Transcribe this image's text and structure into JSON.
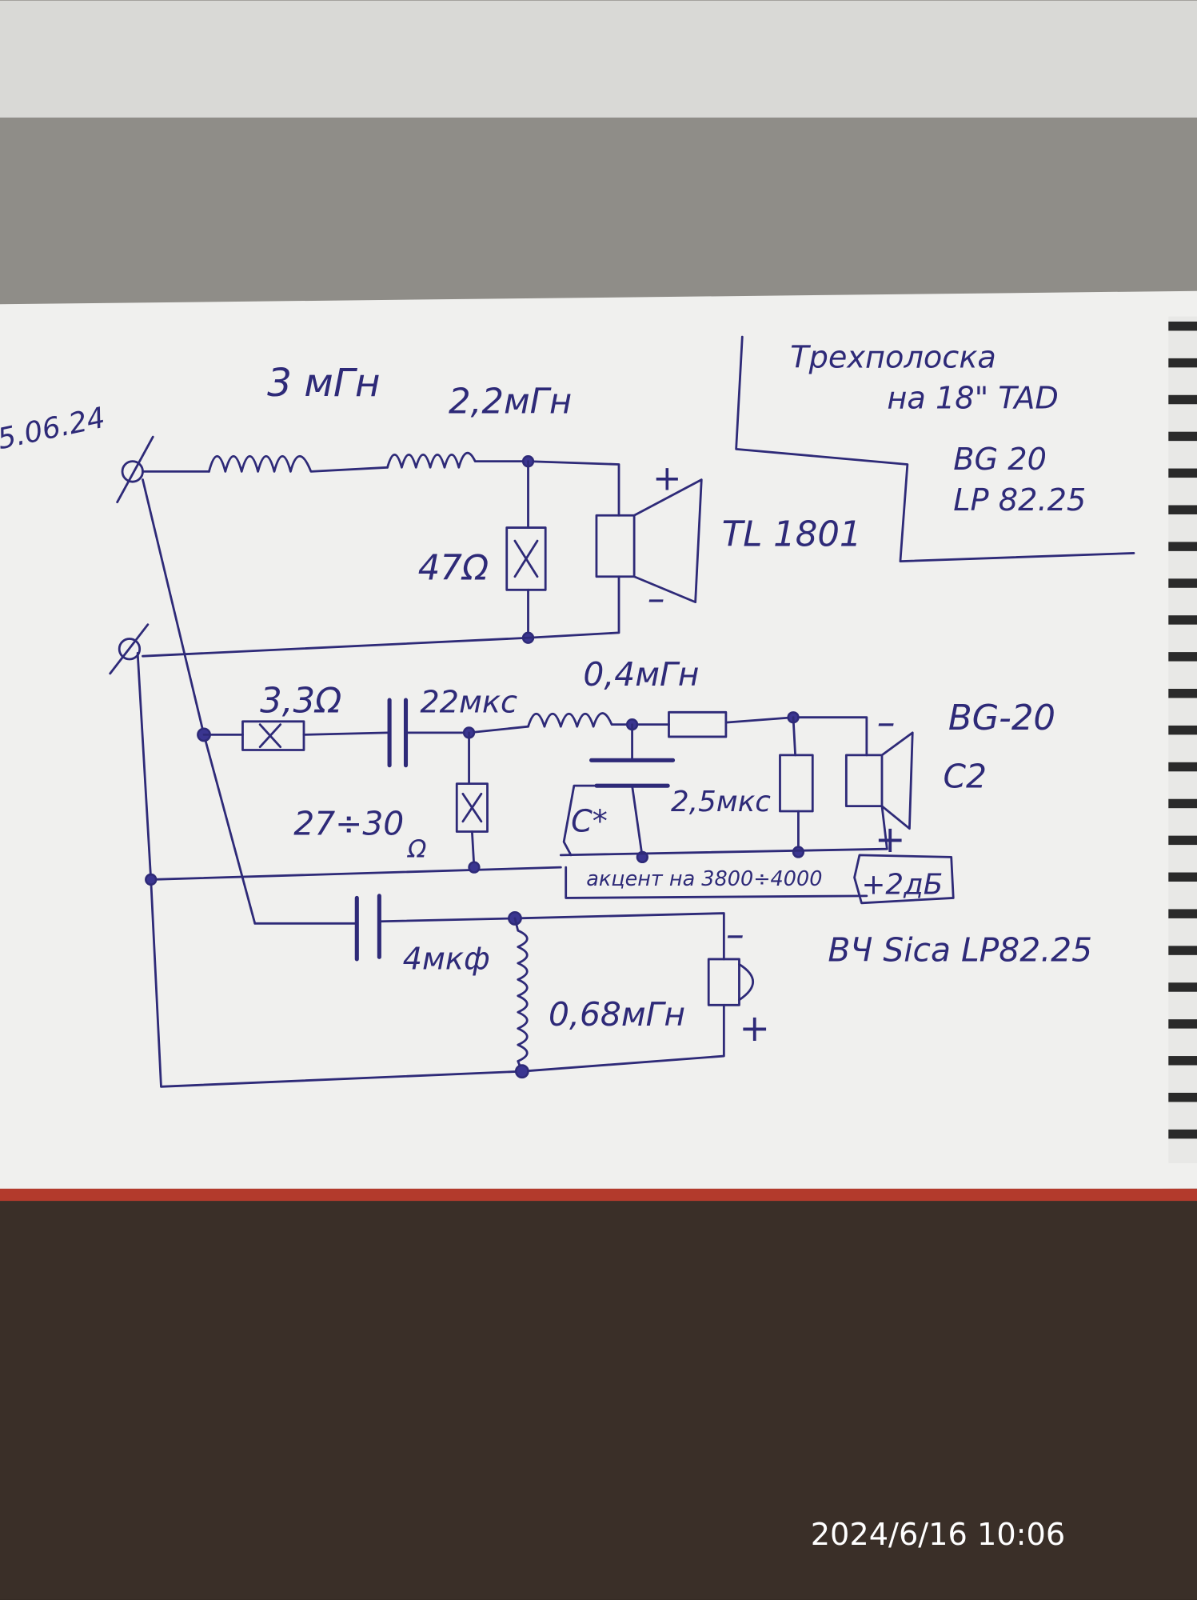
{
  "date_note": "5.06.24",
  "title_block": {
    "line1": "Трехполоска",
    "line2": "на 18\" TAD",
    "line3": "BG 20",
    "line4": "LP 82.25"
  },
  "low_section": {
    "coil1": "3 мГн",
    "coil2": "2,2мГн",
    "resistor": "47Ω",
    "speaker": "TL 1801",
    "plus": "+",
    "minus": "–"
  },
  "mid_section": {
    "resistor1": "3,3Ω",
    "cap1": "22мкс",
    "resistor2": "27÷30",
    "resistor2_unit": "Ω",
    "coil": "0,4мГн",
    "cap2": "2,5мкс",
    "cap_star": "C*",
    "speaker": "BG-20",
    "speaker_sub": "C2",
    "minus": "–",
    "plus": "+",
    "note": "акцент на 3800÷4000",
    "gain": "+2дБ"
  },
  "high_section": {
    "cap": "4мкф",
    "coil": "0,68мГн",
    "minus": "–",
    "plus": "+",
    "label": "ВЧ  Sica LP82.25"
  },
  "timestamp": "2024/6/16  10:06"
}
